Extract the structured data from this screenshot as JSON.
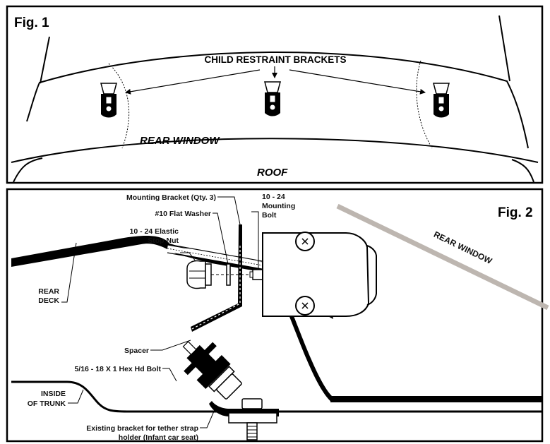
{
  "fig1": {
    "label": "Fig. 1",
    "callout": "CHILD RESTRAINT BRACKETS",
    "rear_window": "REAR WINDOW",
    "roof": "ROOF"
  },
  "fig2": {
    "label": "Fig. 2",
    "labels": {
      "mounting_bracket": "Mounting Bracket (Qty. 3)",
      "flat_washer": "#10 Flat Washer",
      "stop_nut_1": "10 - 24 Elastic",
      "stop_nut_2": "Stop Nut",
      "bolt_1": "10 - 24",
      "bolt_2": "Mounting",
      "bolt_3": "Bolt",
      "rear_deck_1": "REAR",
      "rear_deck_2": "DECK",
      "spacer": "Spacer",
      "hex_bolt": "5/16 - 18 X 1 Hex Hd Bolt",
      "trunk_1": "INSIDE",
      "trunk_2": "OF TRUNK",
      "existing_1": "Existing bracket for tether strap",
      "existing_2": "holder (Infant car seat)",
      "rear_window": "REAR WINDOW"
    }
  }
}
